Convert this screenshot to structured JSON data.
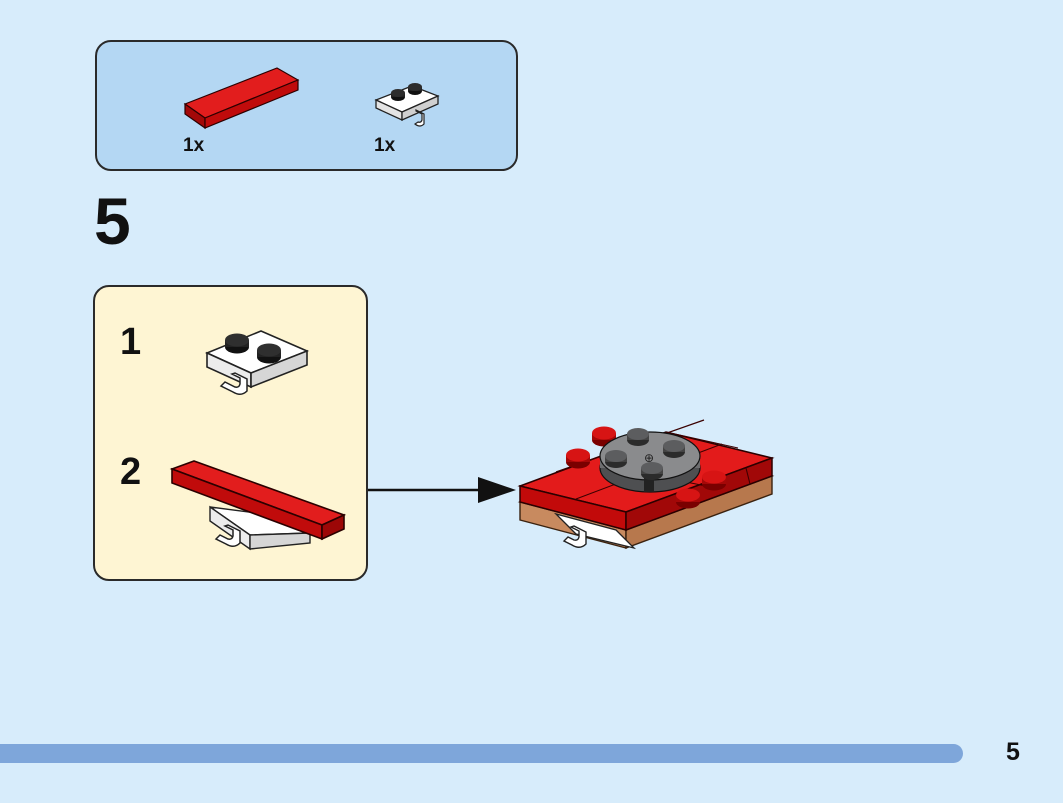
{
  "parts_list": {
    "items": [
      {
        "icon": "red-tile-1x6-icon",
        "quantity": "1x",
        "color": "#d20b0b"
      },
      {
        "icon": "white-plate-with-clip-icon",
        "quantity": "1x",
        "color": "#ffffff"
      }
    ]
  },
  "step": {
    "number": "5"
  },
  "sub_steps": [
    {
      "number": "1",
      "icon": "white-plate-with-clip-icon"
    },
    {
      "number": "2",
      "icon": "red-tile-on-clip-plate-icon"
    }
  ],
  "result": {
    "icon": "assembled-red-base-icon"
  },
  "footer": {
    "page_number": "5"
  },
  "colors": {
    "background": "#d7ecfb",
    "parts_box": "#b4d7f3",
    "sub_box": "#fef5d3",
    "brick_red": "#d20b0b",
    "brick_grey": "#6d6e70",
    "brick_tan": "#c88a5f",
    "progress_bar": "#7ea6da"
  }
}
